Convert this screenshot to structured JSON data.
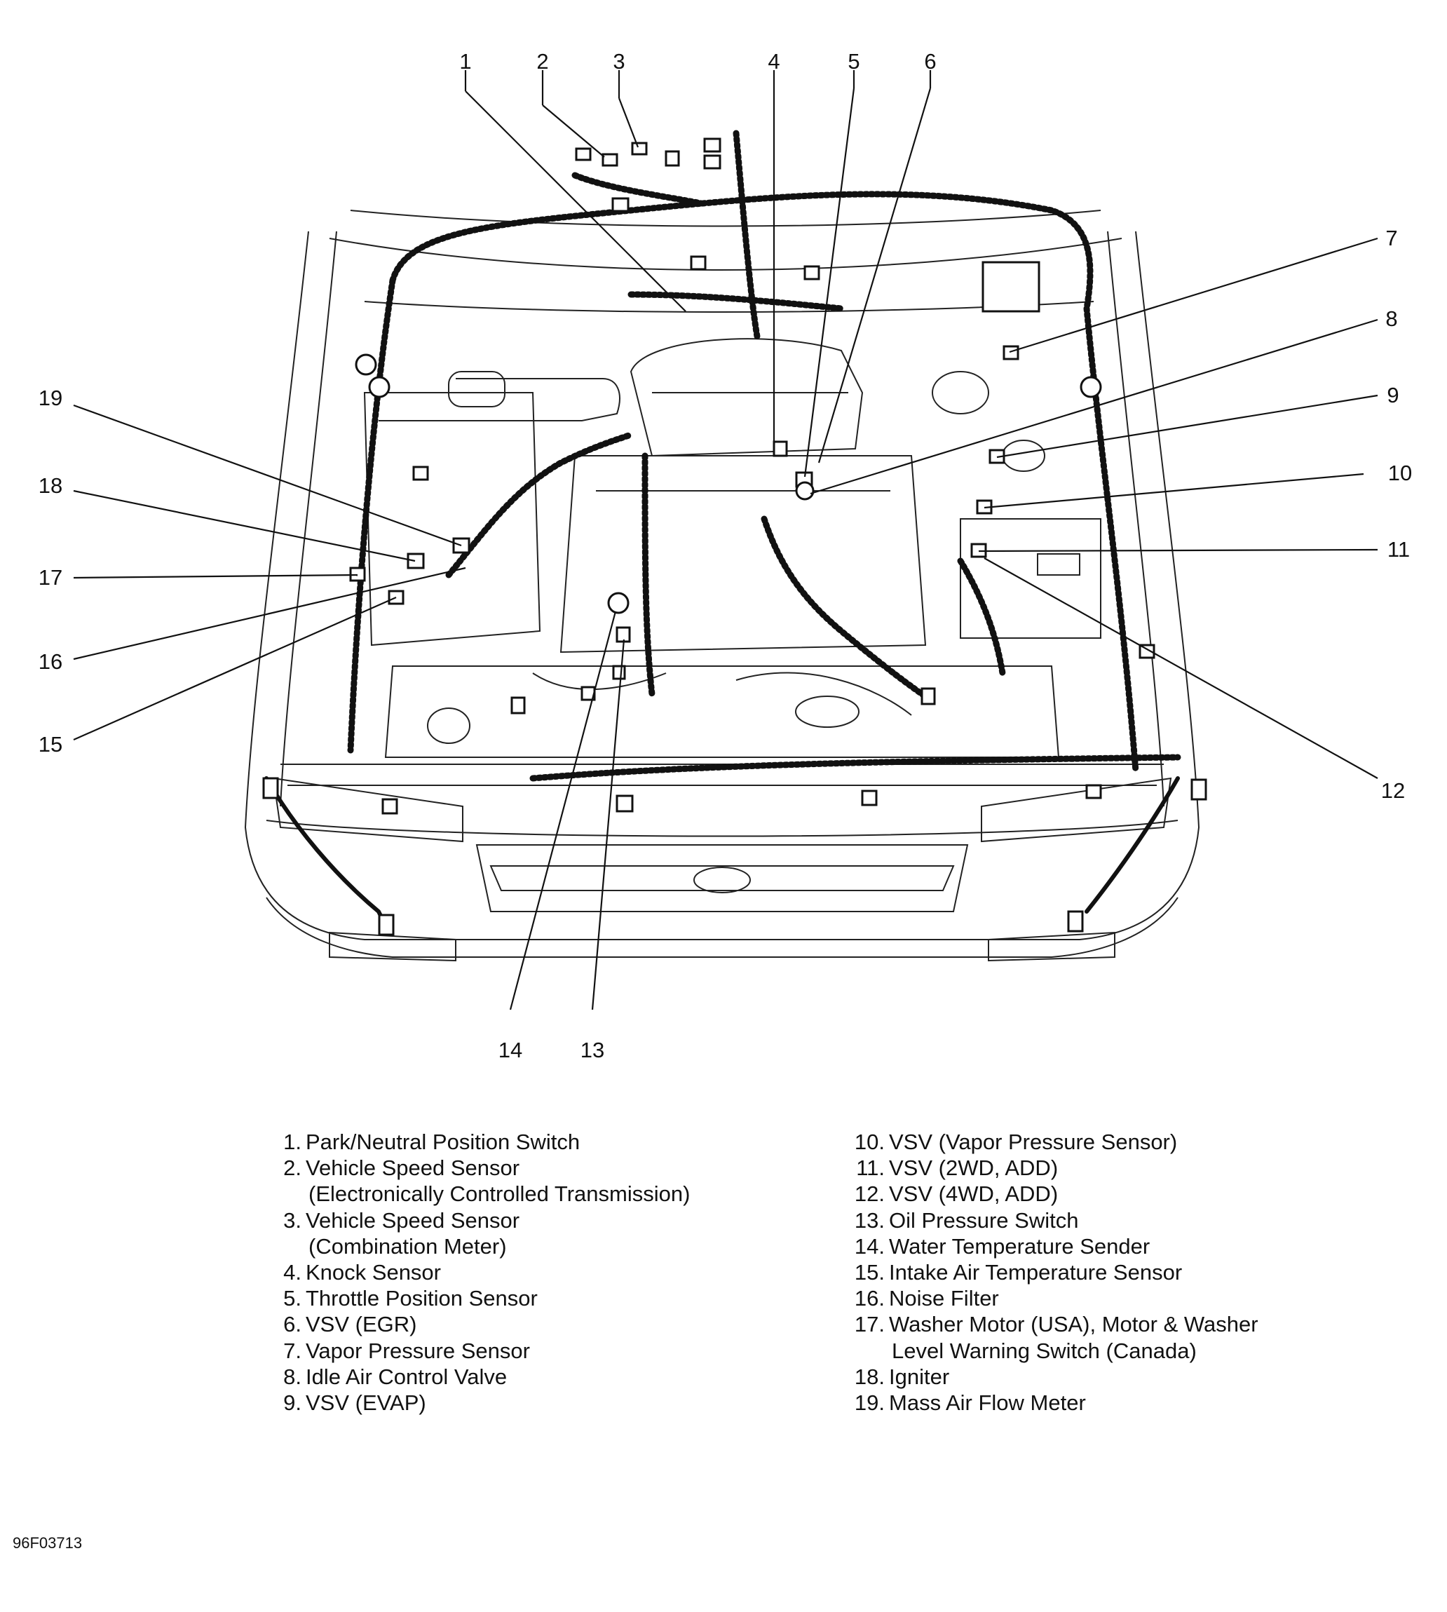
{
  "callout_numbers": [
    "1",
    "2",
    "3",
    "4",
    "5",
    "6",
    "7",
    "8",
    "9",
    "10",
    "11",
    "12",
    "13",
    "14",
    "15",
    "16",
    "17",
    "18",
    "19"
  ],
  "legend": {
    "left": [
      {
        "num": "1.",
        "text": "Park/Neutral Position Switch",
        "cont": ""
      },
      {
        "num": "2.",
        "text": "Vehicle Speed Sensor",
        "cont": "(Electronically Controlled Transmission)"
      },
      {
        "num": "3.",
        "text": "Vehicle Speed Sensor",
        "cont": "(Combination Meter)"
      },
      {
        "num": "4.",
        "text": "Knock Sensor",
        "cont": ""
      },
      {
        "num": "5.",
        "text": "Throttle Position Sensor",
        "cont": ""
      },
      {
        "num": "6.",
        "text": "VSV (EGR)",
        "cont": ""
      },
      {
        "num": "7.",
        "text": "Vapor Pressure Sensor",
        "cont": ""
      },
      {
        "num": "8.",
        "text": "Idle Air Control Valve",
        "cont": ""
      },
      {
        "num": "9.",
        "text": "VSV (EVAP)",
        "cont": ""
      }
    ],
    "right": [
      {
        "num": "10.",
        "text": "VSV (Vapor Pressure Sensor)",
        "cont": ""
      },
      {
        "num": "11.",
        "text": "VSV (2WD, ADD)",
        "cont": ""
      },
      {
        "num": "12.",
        "text": "VSV (4WD, ADD)",
        "cont": ""
      },
      {
        "num": "13.",
        "text": "Oil Pressure Switch",
        "cont": ""
      },
      {
        "num": "14.",
        "text": "Water Temperature Sender",
        "cont": ""
      },
      {
        "num": "15.",
        "text": "Intake Air Temperature Sensor",
        "cont": ""
      },
      {
        "num": "16.",
        "text": "Noise Filter",
        "cont": ""
      },
      {
        "num": "17.",
        "text": "Washer Motor (USA), Motor & Washer",
        "cont": "Level Warning Switch (Canada)"
      },
      {
        "num": "18.",
        "text": "Igniter",
        "cont": ""
      },
      {
        "num": "19.",
        "text": "Mass Air Flow Meter",
        "cont": ""
      }
    ]
  },
  "figure_code": "96F03713"
}
